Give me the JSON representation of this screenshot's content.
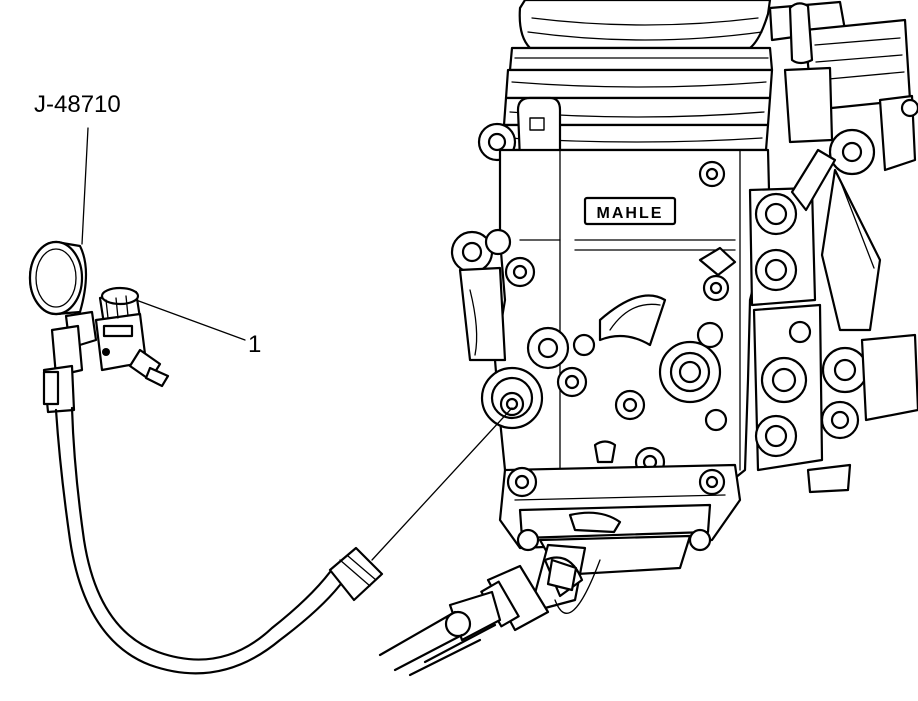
{
  "callouts": {
    "tool_label": "J-48710",
    "part_number": "1"
  },
  "component_marking": "MAHLE"
}
